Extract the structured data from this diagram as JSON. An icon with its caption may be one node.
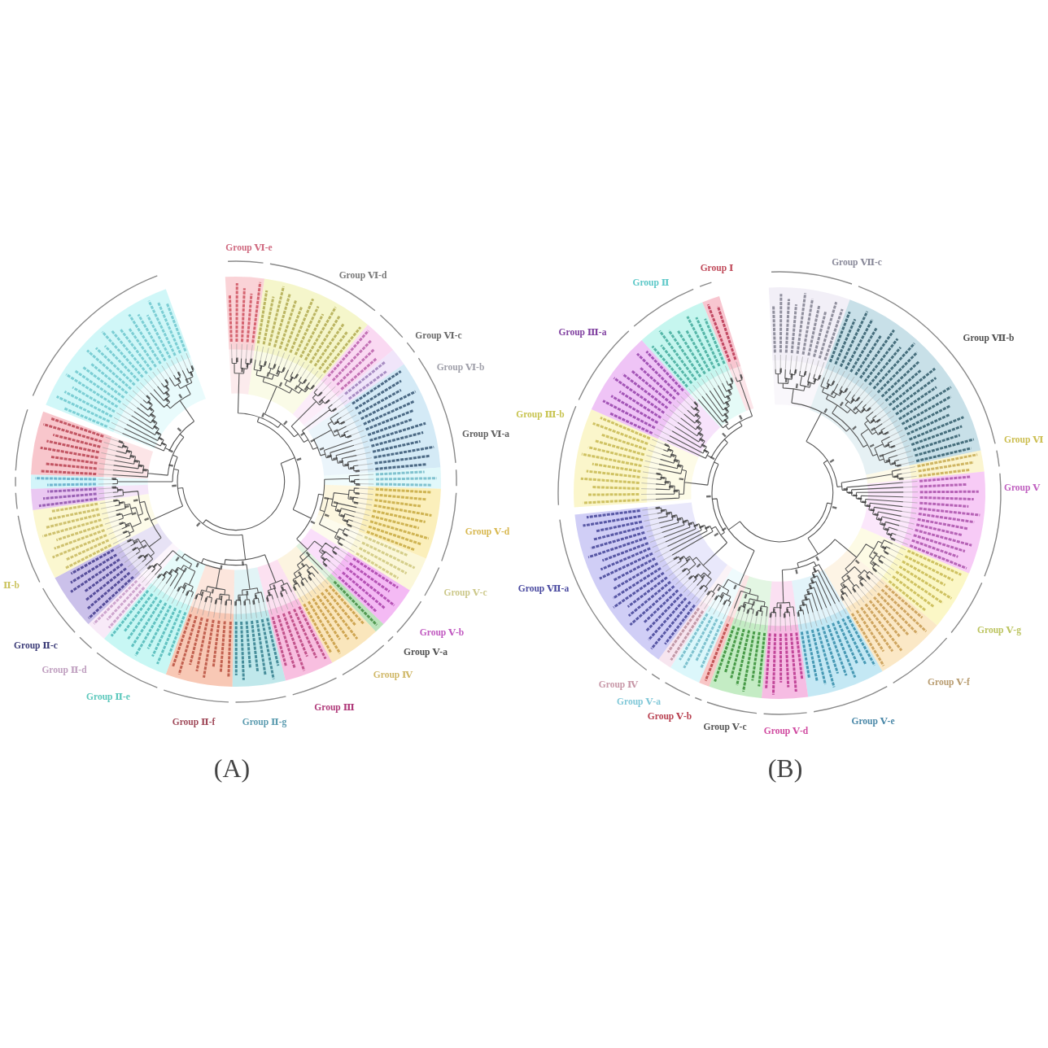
{
  "diagram": {
    "labels": [
      "Group Ⅵ-e",
      "Group Ⅵ-d",
      "Group Ⅵ-c",
      "Group Ⅵ-b",
      "Group Ⅵ-a",
      "Group Ⅴ-d",
      "Group Ⅴ-c",
      "Group Ⅴ-b",
      "Group Ⅴ-a",
      "Group Ⅳ",
      "Group Ⅲ",
      "Group Ⅱ-g",
      "Group Ⅱ-f",
      "Group Ⅱ-e",
      "Group Ⅱ-d",
      "Group Ⅱ-c",
      "Ⅱ-b",
      "(A)",
      "Group Ⅶ-c",
      "Group Ⅶ-b",
      "Group Ⅵ",
      "Group Ⅴ",
      "Group Ⅴ-g",
      "Group Ⅴ-f",
      "Group Ⅴ-e",
      "Group Ⅴ-d",
      "Group Ⅴ-c",
      "Group Ⅴ-b",
      "Group Ⅴ-a",
      "Group Ⅳ",
      "Group Ⅶ-a",
      "Group Ⅲ-b",
      "Group Ⅲ-a",
      "Group Ⅱ",
      "Group Ⅰ",
      "(B)"
    ]
  }
}
